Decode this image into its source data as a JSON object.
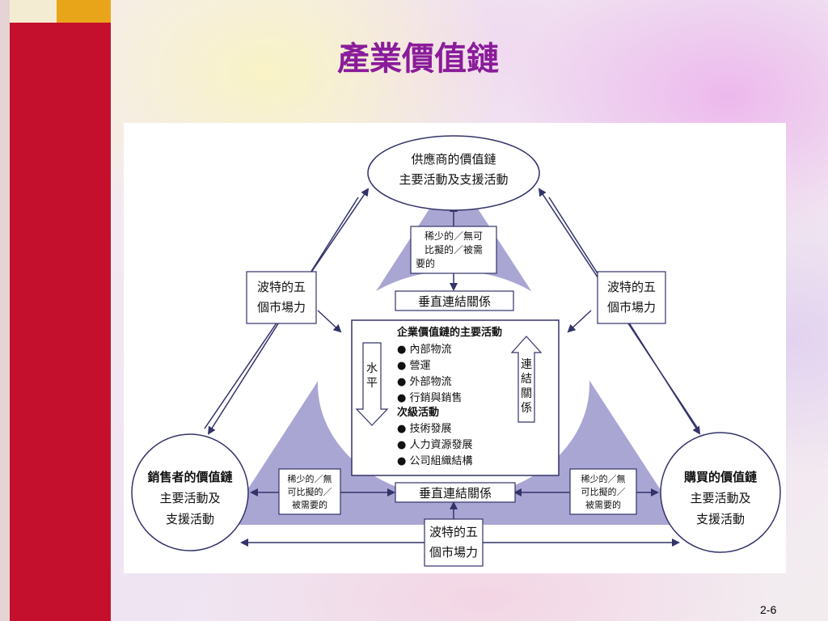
{
  "slide": {
    "title": "產業價值鏈",
    "page_number": "2-6"
  },
  "diagram": {
    "supplier": {
      "line1": "供應商的價值鏈",
      "line2": "主要活動及支援活動"
    },
    "seller": {
      "line1": "銷售者的價值鏈",
      "line2": "主要活動及",
      "line3": "支援活動"
    },
    "buyer": {
      "line1": "購買的價值鏈",
      "line2": "主要活動及",
      "line3": "支援活動"
    },
    "porter_label": {
      "line1": "波特的五",
      "line2": "個市場力"
    },
    "scarce_top": {
      "line1": "稀少的／無可",
      "line2": "比擬的／被需",
      "line3": "要的"
    },
    "scarce_side": {
      "line1": "稀少的／無",
      "line2": "可比擬的／",
      "line3": "被需要的"
    },
    "vertical_link": "垂直連結關係",
    "horizontal": {
      "char1": "水",
      "char2": "平"
    },
    "link_relation": {
      "char1": "連",
      "char2": "結",
      "char3": "關",
      "char4": "係"
    },
    "enterprise": {
      "primary_heading": "企業價值鏈的主要活動",
      "primary_items": [
        "內部物流",
        "營運",
        "外部物流",
        "行銷與銷售"
      ],
      "support_heading": "次級活動",
      "support_items": [
        "技術發展",
        "人力資源發展",
        "公司組織結構"
      ]
    },
    "colors": {
      "triangle": "#aaa6d3",
      "line": "#33336a"
    }
  }
}
